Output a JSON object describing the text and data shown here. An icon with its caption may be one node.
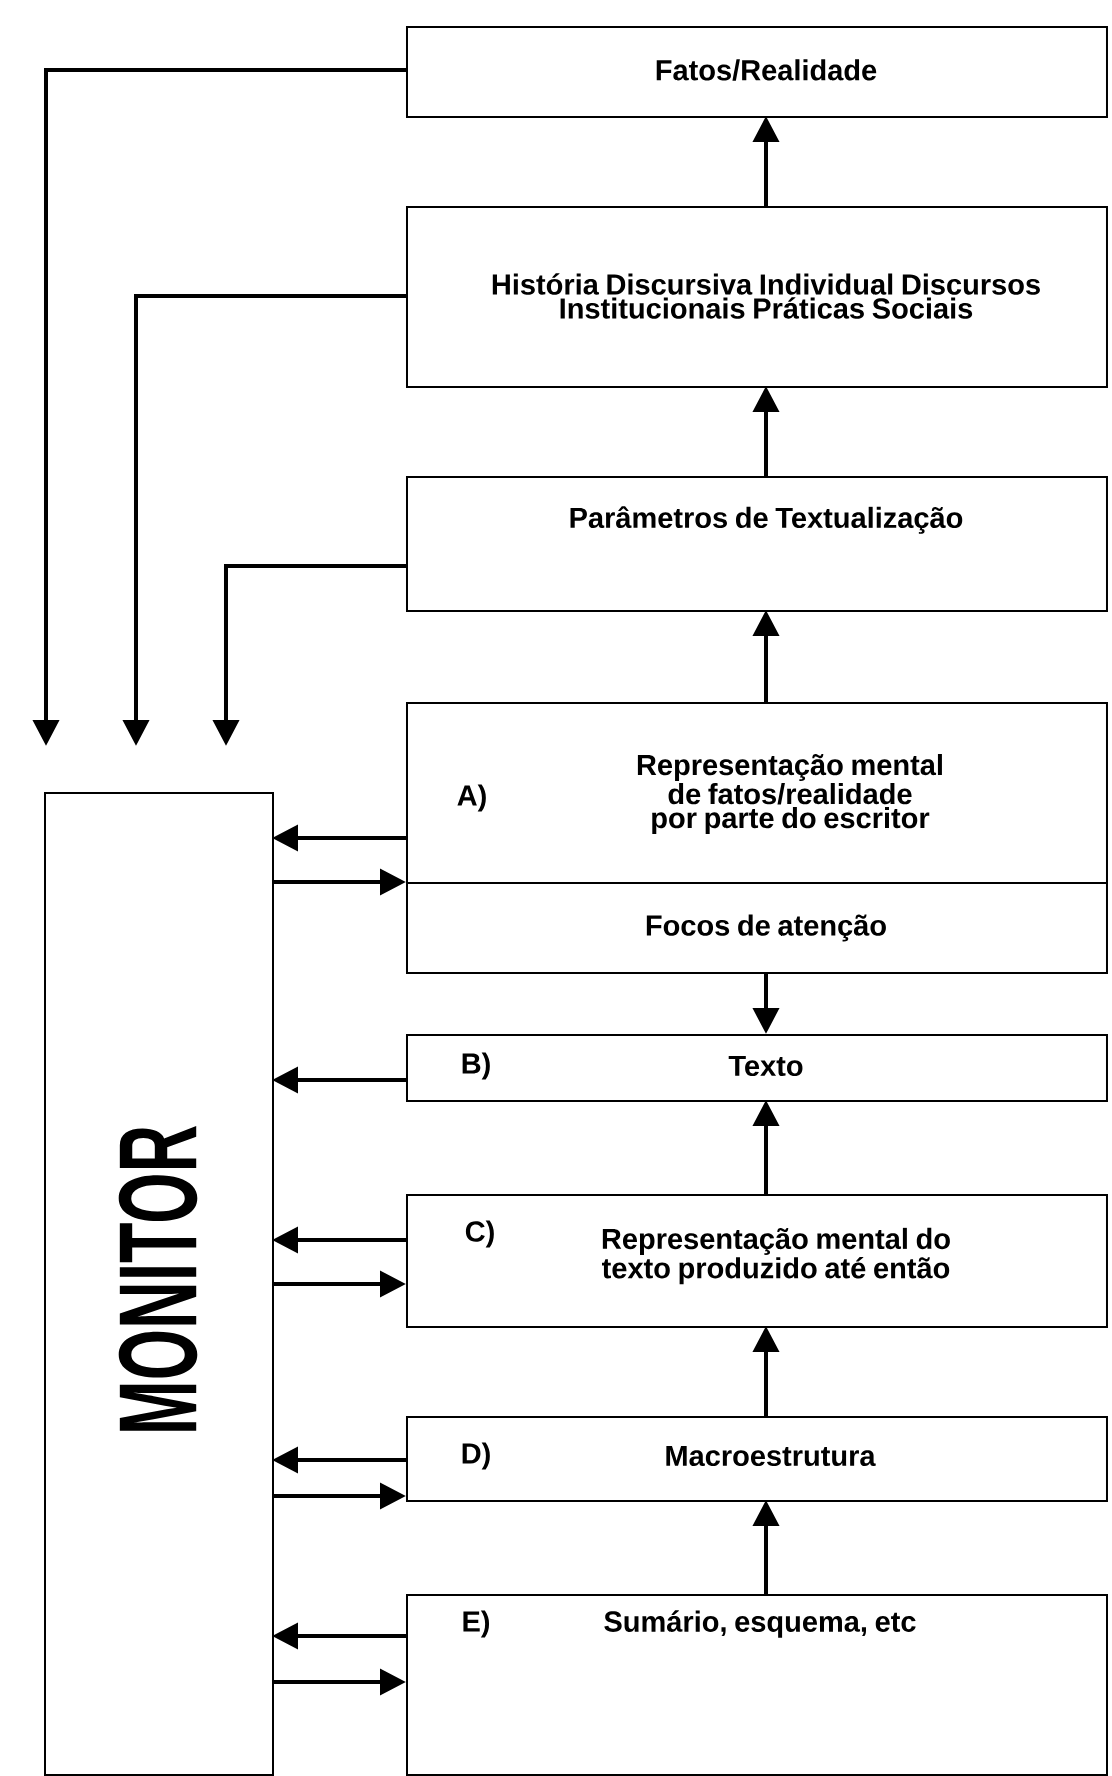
{
  "diagram": {
    "nodes": [
      {
        "text": [
          "Fatos/Realidade"
        ]
      },
      {
        "text": [
          "História Discursiva Individual Discursos Institucionais Práticas Sociais"
        ]
      },
      {
        "text": [
          "Parâmetros de Textualização"
        ]
      },
      {
        "text": [
          "A)",
          "Representação mental de fatos/realidade por parte do escritor"
        ]
      },
      {
        "text": [
          "Focos de atenção"
        ]
      },
      {
        "text": [
          "B)",
          "Texto"
        ]
      },
      {
        "text": [
          "C)",
          "Representação mental do texto produzido até então"
        ]
      },
      {
        "text": [
          "D)",
          "Macroestrutura"
        ]
      },
      {
        "text": [
          "E)",
          "Sumário, esquema, etc"
        ]
      },
      {
        "text": [
          "MONITOR"
        ]
      }
    ],
    "edges": [
      {
        "from": 1,
        "to": 0,
        "arrow": "to"
      },
      {
        "from": 2,
        "to": 1,
        "arrow": "to"
      },
      {
        "from": 3,
        "to": 2,
        "arrow": "to"
      },
      {
        "from": 4,
        "to": 5,
        "arrow": "to"
      },
      {
        "from": 6,
        "to": 5,
        "arrow": "to"
      },
      {
        "from": 7,
        "to": 6,
        "arrow": "to"
      },
      {
        "from": 8,
        "to": 7,
        "arrow": "to"
      },
      {
        "from": 0,
        "to": 9,
        "arrow": "to"
      },
      {
        "from": 1,
        "to": 9,
        "arrow": "to"
      },
      {
        "from": 2,
        "to": 9,
        "arrow": "to"
      },
      {
        "from": 3,
        "to": 9,
        "arrow": "to"
      },
      {
        "from": 9,
        "to": 3,
        "arrow": "to"
      },
      {
        "from": 5,
        "to": 9,
        "arrow": "to"
      },
      {
        "from": 6,
        "to": 9,
        "arrow": "to"
      },
      {
        "from": 9,
        "to": 6,
        "arrow": "to"
      },
      {
        "from": 7,
        "to": 9,
        "arrow": "to"
      },
      {
        "from": 9,
        "to": 7,
        "arrow": "to"
      },
      {
        "from": 8,
        "to": 9,
        "arrow": "to"
      },
      {
        "from": 9,
        "to": 8,
        "arrow": "to"
      }
    ]
  }
}
